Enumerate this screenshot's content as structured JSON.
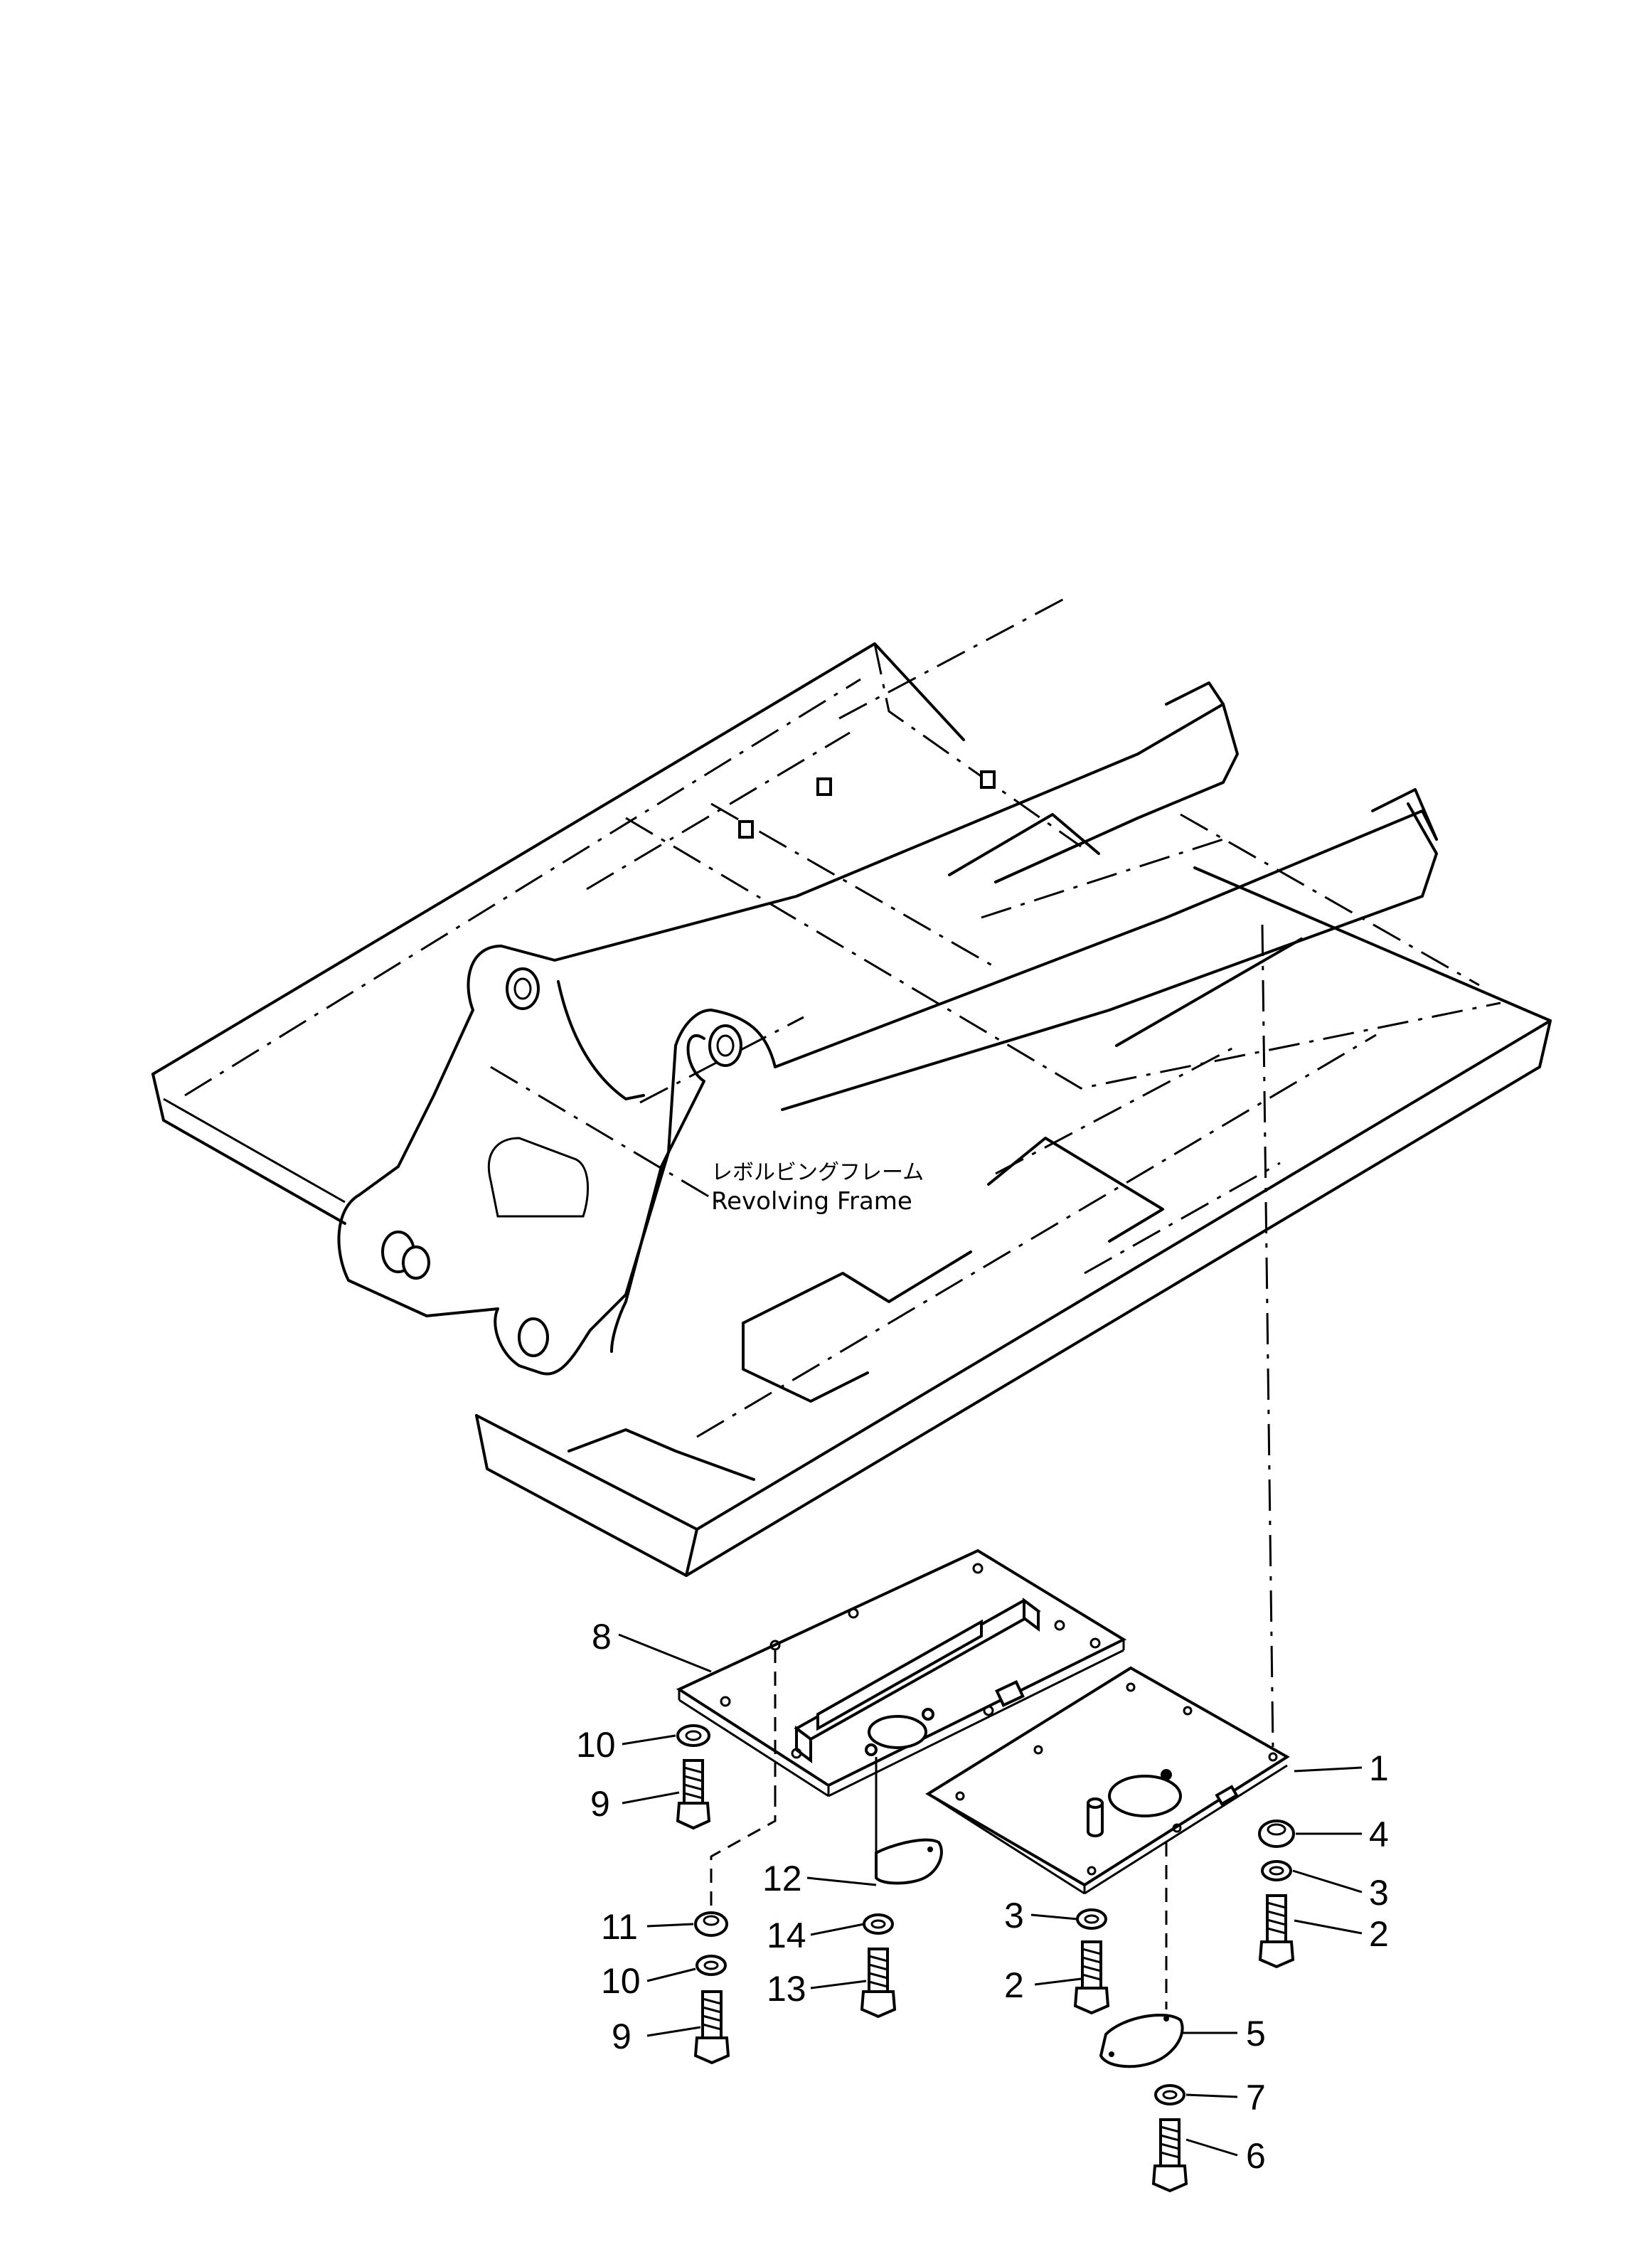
{
  "frame_label": {
    "japanese": "レボルビングフレーム",
    "english": "Revolving Frame"
  },
  "callouts": [
    {
      "id": "c8",
      "text": "8"
    },
    {
      "id": "c10a",
      "text": "10"
    },
    {
      "id": "c9a",
      "text": "9"
    },
    {
      "id": "c11",
      "text": "11"
    },
    {
      "id": "c10b",
      "text": "10"
    },
    {
      "id": "c9b",
      "text": "9"
    },
    {
      "id": "c12",
      "text": "12"
    },
    {
      "id": "c14",
      "text": "14"
    },
    {
      "id": "c13",
      "text": "13"
    },
    {
      "id": "c3a",
      "text": "3"
    },
    {
      "id": "c2a",
      "text": "2"
    },
    {
      "id": "c1",
      "text": "1"
    },
    {
      "id": "c4",
      "text": "4"
    },
    {
      "id": "c3b",
      "text": "3"
    },
    {
      "id": "c2b",
      "text": "2"
    },
    {
      "id": "c5",
      "text": "5"
    },
    {
      "id": "c7",
      "text": "7"
    },
    {
      "id": "c6",
      "text": "6"
    }
  ]
}
